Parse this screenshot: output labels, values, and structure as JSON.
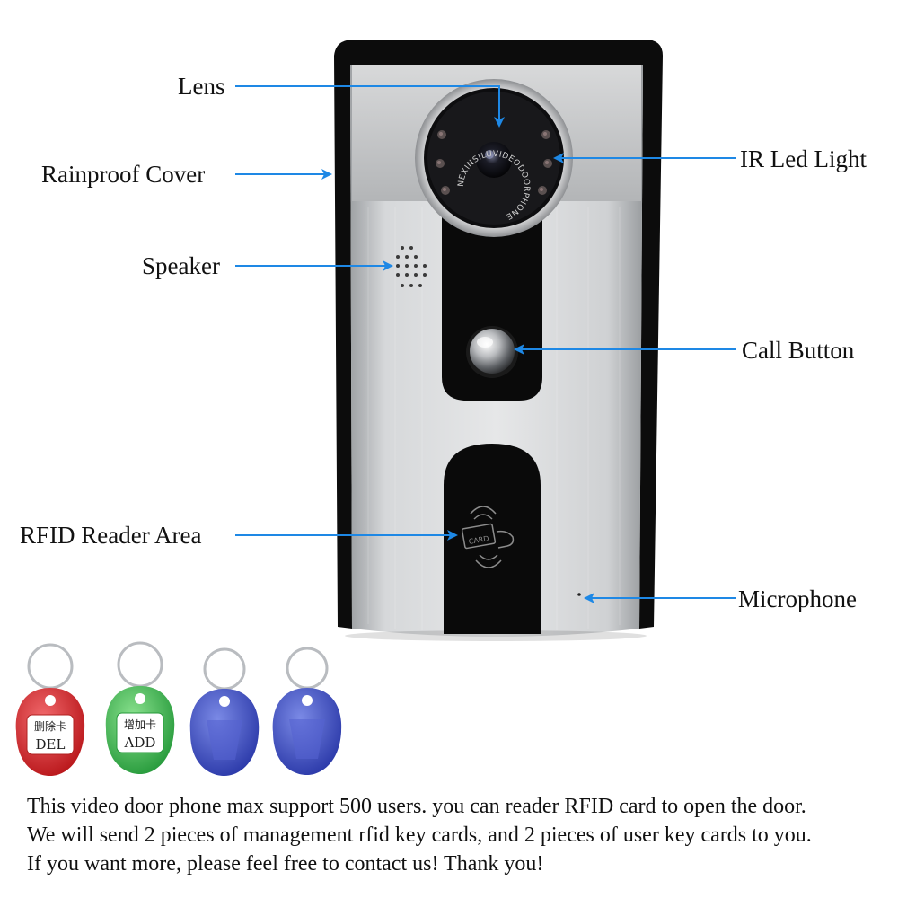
{
  "callouts": {
    "lens": "Lens",
    "rainproof_cover": "Rainproof Cover",
    "speaker": "Speaker",
    "rfid_reader_area": "RFID Reader Area",
    "ir_led_light": "IR Led Light",
    "call_button": "Call Button",
    "microphone": "Microphone"
  },
  "device": {
    "lens_ring_text": "NEXINSILUVIDEODOORPHONE",
    "card_icon_text": "CARD"
  },
  "key_fobs": [
    {
      "name": "delete-card",
      "chinese": "删除卡",
      "label": "DEL",
      "color": "#d7262b"
    },
    {
      "name": "add-card",
      "chinese": "增加卡",
      "label": "ADD",
      "color": "#3bb74a"
    },
    {
      "name": "user-card",
      "color": "#3e4fc4"
    },
    {
      "name": "user-card",
      "color": "#3e4fc4"
    }
  ],
  "description": {
    "line1": "This video door phone max support 500 users. you can reader RFID card to open the door.",
    "line2": "We will send 2 pieces of management rfid key cards, and 2 pieces of user key cards to you.",
    "line3": "If you want more, please feel free to contact us! Thank you!"
  },
  "colors": {
    "arrow": "#1e88e5",
    "cover": "#0c0c0c",
    "panel": "#c9cbcd",
    "panel_top": "#b7b9bb",
    "strip": "#0a0a0a"
  }
}
